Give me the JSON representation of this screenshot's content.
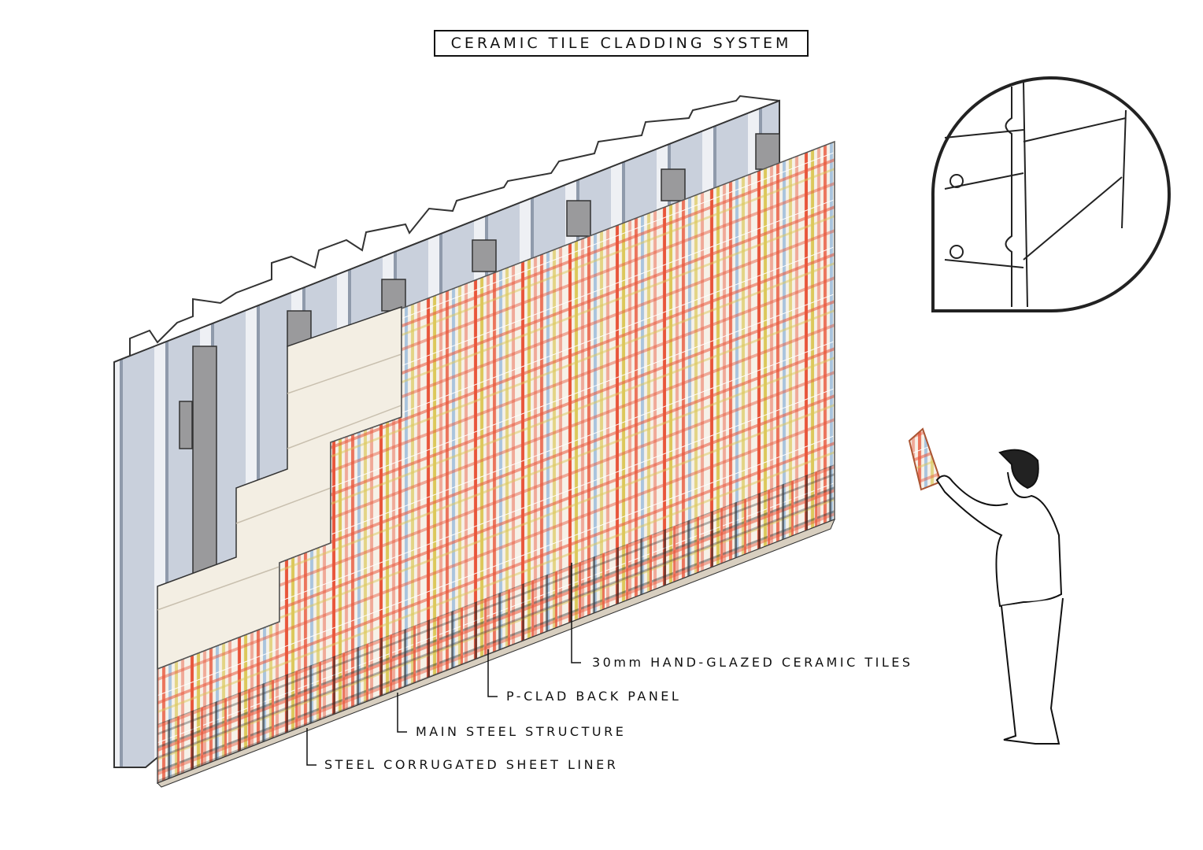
{
  "title": "CERAMIC TILE CLADDING SYSTEM",
  "labels": {
    "tiles": "30mm HAND-GLAZED CERAMIC TILES",
    "back_panel": "P-CLAD BACK PANEL",
    "structure": "MAIN STEEL STRUCTURE",
    "liner": "STEEL CORRUGATED SHEET LINER"
  },
  "colors": {
    "liner": "#c9d0dc",
    "steel": "#9a9a9c",
    "panel": "#f3eee3",
    "tile_red": "#e8553a",
    "tile_yellow": "#dcc85a",
    "tile_blue": "#a9c4de",
    "tile_pink": "#f0a998",
    "tile_black": "#222222"
  }
}
